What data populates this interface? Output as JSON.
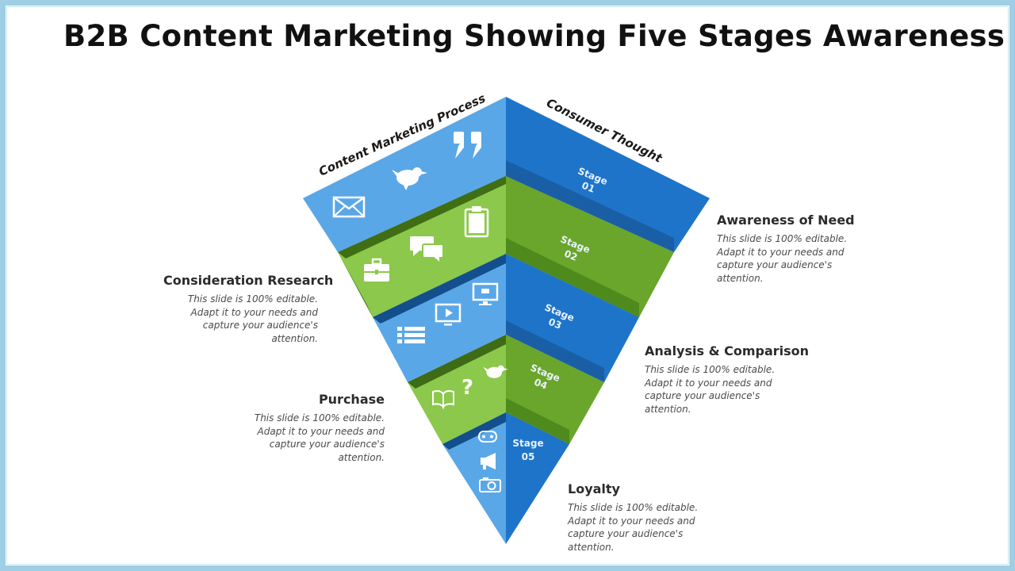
{
  "title": "B2B Content Marketing Showing Five Stages Awareness",
  "diagram": {
    "left_face_label": "Content Marketing Process",
    "right_face_label": "Consumer Thought",
    "stages": [
      {
        "label": "Stage",
        "number": "01",
        "heading": "Awareness of Need",
        "text": "This slide is 100% editable. Adapt it to your needs and capture your audience's attention.",
        "icons": [
          "envelope-icon",
          "bird-icon",
          "quote-icon"
        ]
      },
      {
        "label": "Stage",
        "number": "02",
        "heading": "Consideration Research",
        "text": "This slide is 100% editable. Adapt it to your needs and capture your audience's attention.",
        "icons": [
          "briefcase-icon",
          "chat-bubbles-icon",
          "clipboard-icon"
        ]
      },
      {
        "label": "Stage",
        "number": "03",
        "heading": "Analysis & Comparison",
        "text": "This slide is 100% editable. Adapt it to your needs and capture your audience's attention.",
        "icons": [
          "list-icon",
          "video-play-icon",
          "monitor-chat-icon"
        ]
      },
      {
        "label": "Stage",
        "number": "04",
        "heading": "Purchase",
        "text": "This slide is 100% editable. Adapt it to your needs and capture your audience's attention.",
        "icons": [
          "book-icon",
          "question-icon",
          "bird-icon"
        ]
      },
      {
        "label": "Stage",
        "number": "05",
        "heading": "Loyalty",
        "text": "This slide is 100% editable. Adapt it to your needs and capture your audience's attention.",
        "icons": [
          "gamepad-icon",
          "megaphone-icon",
          "camera-icon"
        ]
      }
    ]
  },
  "colors": {
    "blue_light": "#5aa7e8",
    "blue_dark": "#1e74c9",
    "blue_shadow": "#134f8c",
    "green_light": "#8cc84b",
    "green_dark": "#6aa52c",
    "green_shadow": "#3e6b16",
    "border": "#9ecfe4"
  }
}
